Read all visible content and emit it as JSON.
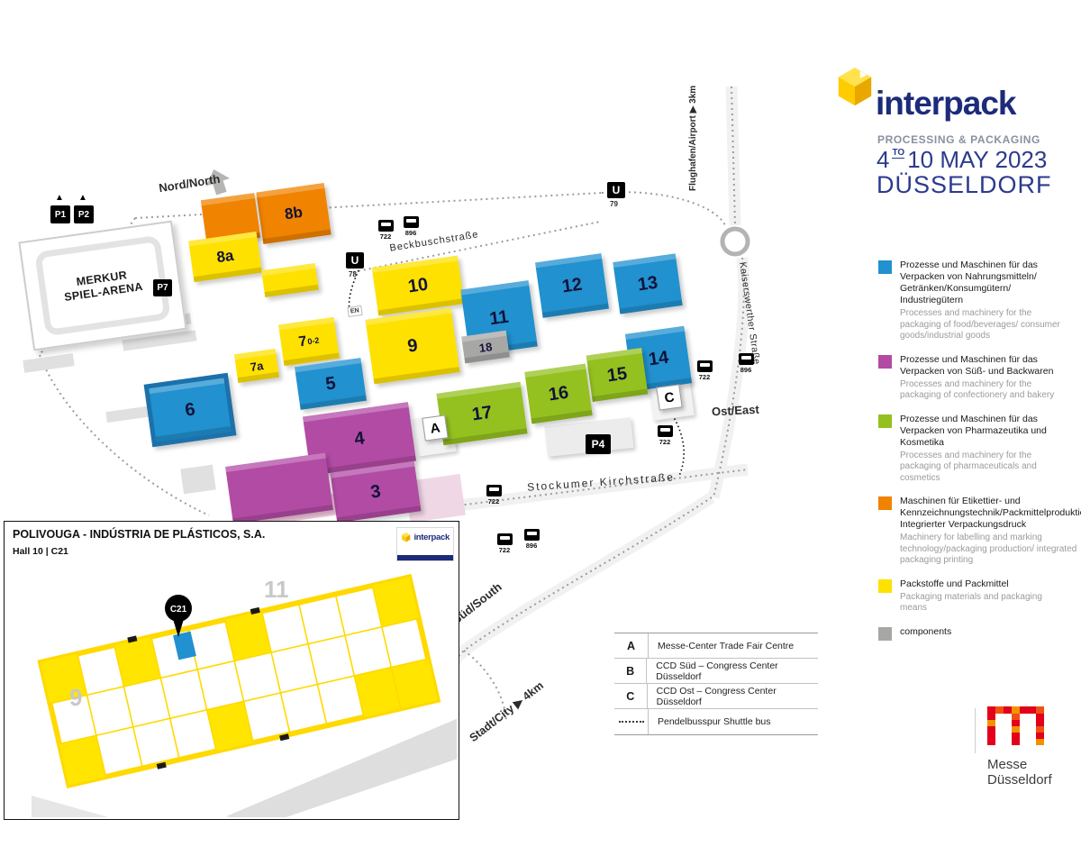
{
  "palette": {
    "blue": "#2191cf",
    "magenta": "#b24ba4",
    "green": "#94c11f",
    "orange": "#f08300",
    "yellow": "#ffe100",
    "gray": "#a7a7a6",
    "brand_blue": "#1c2b7a",
    "messe_red": "#e2001a"
  },
  "brand": {
    "name": "interpack",
    "tagline": "PROCESSING & PACKAGING",
    "date_start": "4",
    "date_to": "TO",
    "date_end": "10 MAY 2023",
    "city": "DÜSSELDORF"
  },
  "legend": [
    {
      "color": "blue",
      "de": "Prozesse und Maschinen für das Verpacken von Nahrungsmitteln/ Getränken/Konsumgütern/ Industriegütern",
      "en": "Processes and machinery for the packaging of food/beverages/ consumer goods/industrial goods"
    },
    {
      "color": "magenta",
      "de": "Prozesse und Maschinen für das Verpacken von Süß- und Backwaren",
      "en": "Processes and machinery for the packaging of confectionery and bakery"
    },
    {
      "color": "green",
      "de": "Prozesse und Maschinen für das Verpacken von Pharmazeutika und Kosmetika",
      "en": "Processes and machinery for the packaging of pharmaceuticals and cosmetics"
    },
    {
      "color": "orange",
      "de": "Maschinen für Etikettier- und Kennzeichnungstechnik/Packmittelproduktion/ Integrierter Verpackungsdruck",
      "en": "Machinery for labelling and marking technology/packaging production/ integrated packaging printing"
    },
    {
      "color": "yellow",
      "de": "Packstoffe und Packmittel",
      "en": "Packaging materials and packaging means"
    },
    {
      "color": "gray",
      "de": "components",
      "en": ""
    }
  ],
  "key_table": [
    {
      "key": "A",
      "label": "Messe-Center Trade Fair Centre"
    },
    {
      "key": "B",
      "label": "CCD Süd – Congress Center Düsseldorf"
    },
    {
      "key": "C",
      "label": "CCD Ost – Congress Center Düsseldorf"
    },
    {
      "key": "dotted",
      "label": "Pendelbusspur Shuttle bus"
    }
  ],
  "footer": {
    "line1": "Messe",
    "line2": "Düsseldorf"
  },
  "inset": {
    "title": "POLIVOUGA - INDÚSTRIA DE PLÁSTICOS, S.A.",
    "subtitle": "Hall 10 | C21",
    "pin": "C21",
    "hall_right": "11",
    "hall_left": "9",
    "brand": "interpack"
  },
  "map": {
    "compass_north": "Nord/North",
    "compass_east": "Ost/East",
    "compass_south": "Süd/South",
    "city_direction": "Stadt/City ▶ 4km",
    "airport_direction": "Flughafen/Airport ▶ 3km",
    "street_beckbusch": "Beckbuschstraße",
    "street_kaiserswerther": "Kaiserswerther Straße",
    "street_stockumer": "Stockumer Kirchstraße",
    "arena_line1": "MERKUR",
    "arena_line2": "SPIEL-ARENA",
    "entrance_a": "A",
    "entrance_c": "C",
    "en_label": "EN",
    "p1": "P1",
    "p2": "P2",
    "p7": "P7",
    "p4": "P4",
    "u": "U",
    "line78": "78",
    "line79": "79",
    "bus722": "722",
    "bus896": "896",
    "halls": [
      {
        "id": "8b",
        "label": "8b",
        "color": "orange"
      },
      {
        "id": "north-annex",
        "label": "",
        "color": "orange"
      },
      {
        "id": "8a",
        "label": "8a",
        "color": "yellow"
      },
      {
        "id": "8a-annex",
        "label": "",
        "color": "yellow"
      },
      {
        "id": "10",
        "label": "10",
        "color": "yellow"
      },
      {
        "id": "9",
        "label": "9",
        "color": "yellow"
      },
      {
        "id": "7",
        "label": "7",
        "sup": "0-2",
        "color": "yellow"
      },
      {
        "id": "7a",
        "label": "7a",
        "color": "yellow"
      },
      {
        "id": "11",
        "label": "11",
        "color": "blue"
      },
      {
        "id": "12",
        "label": "12",
        "color": "blue"
      },
      {
        "id": "13",
        "label": "13",
        "color": "blue"
      },
      {
        "id": "14",
        "label": "14",
        "color": "blue"
      },
      {
        "id": "18",
        "label": "18",
        "color": "gray"
      },
      {
        "id": "15",
        "label": "15",
        "color": "green"
      },
      {
        "id": "16",
        "label": "16",
        "color": "green"
      },
      {
        "id": "17",
        "label": "17",
        "color": "green"
      },
      {
        "id": "5",
        "label": "5",
        "color": "blue"
      },
      {
        "id": "6",
        "label": "6",
        "color": "blue"
      },
      {
        "id": "4",
        "label": "4",
        "color": "magenta"
      },
      {
        "id": "3",
        "label": "3",
        "color": "magenta"
      },
      {
        "id": "2",
        "label": "",
        "color": "magenta"
      }
    ]
  }
}
